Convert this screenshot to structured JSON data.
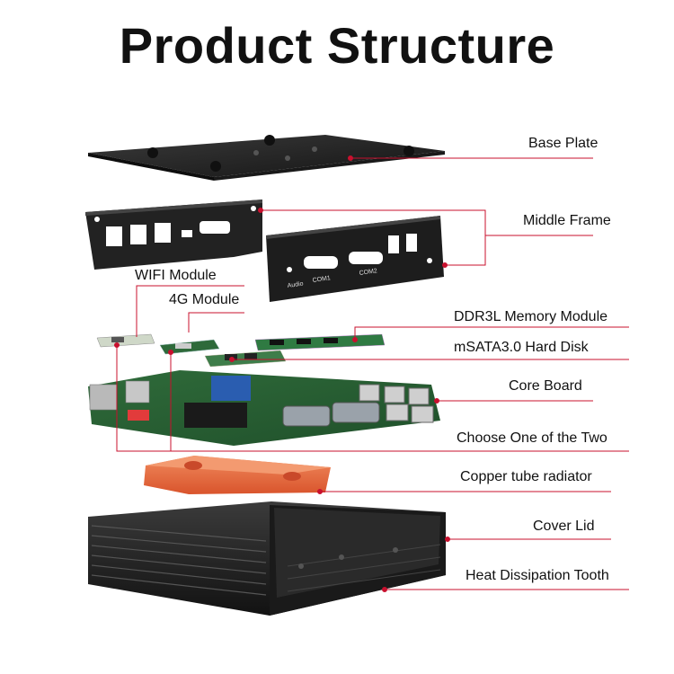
{
  "title": "Product Structure",
  "accent_color": "#c8102e",
  "labels": {
    "base_plate": "Base Plate",
    "middle_frame": "Middle Frame",
    "wifi_module": "WIFI Module",
    "module_4g": "4G Module",
    "ddr3l_memory": "DDR3L Memory Module",
    "msata_disk": "mSATA3.0 Hard Disk",
    "core_board": "Core Board",
    "choose_one": "Choose One of the Two",
    "copper_radiator": "Copper tube radiator",
    "cover_lid": "Cover Lid",
    "heat_tooth": "Heat Dissipation Tooth"
  },
  "panel_text": {
    "audio": "Audio",
    "com1": "COM1",
    "com2": "COM2"
  }
}
